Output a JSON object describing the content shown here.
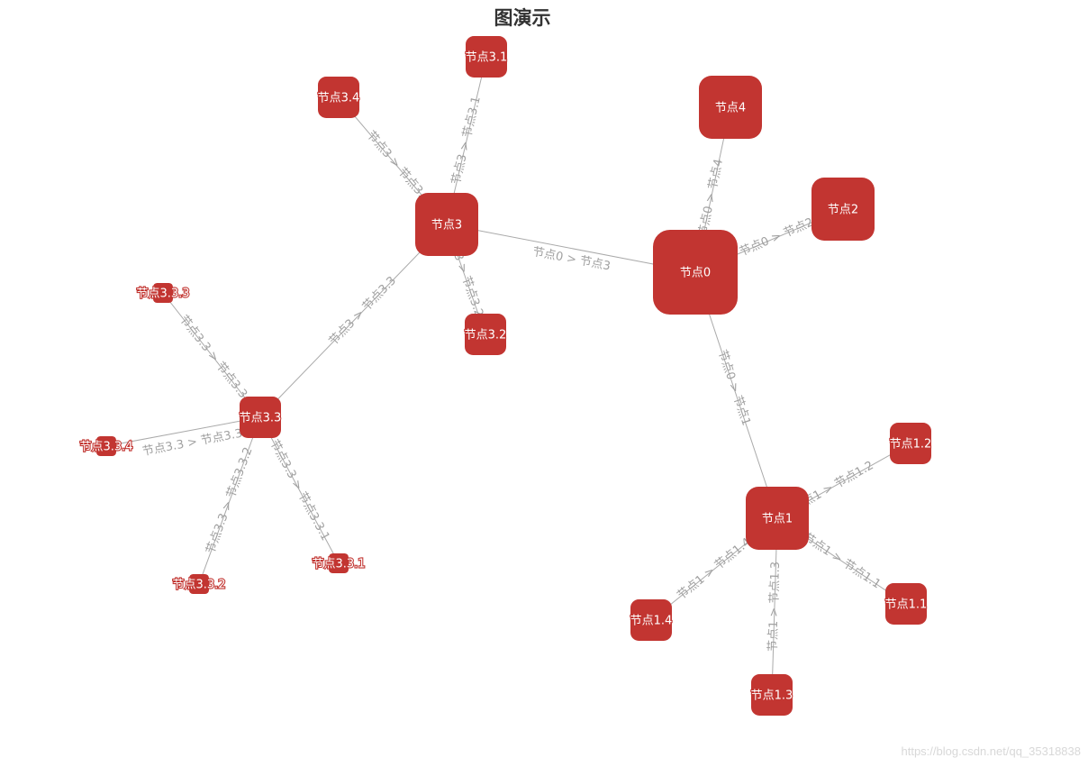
{
  "title": "图演示",
  "watermark": "https://blog.csdn.net/qq_35318838",
  "colors": {
    "node_fill": "#c23531",
    "edge_stroke": "#aaaaaa",
    "edge_label": "#a0a0a0",
    "node_text": "#ffffff"
  },
  "nodes": [
    {
      "id": "n0",
      "label": "节点0"
    },
    {
      "id": "n1",
      "label": "节点1"
    },
    {
      "id": "n2",
      "label": "节点2"
    },
    {
      "id": "n3",
      "label": "节点3"
    },
    {
      "id": "n4",
      "label": "节点4"
    },
    {
      "id": "n1_1",
      "label": "节点1.1"
    },
    {
      "id": "n1_2",
      "label": "节点1.2"
    },
    {
      "id": "n1_3",
      "label": "节点1.3"
    },
    {
      "id": "n1_4",
      "label": "节点1.4"
    },
    {
      "id": "n3_1",
      "label": "节点3.1"
    },
    {
      "id": "n3_2",
      "label": "节点3.2"
    },
    {
      "id": "n3_3",
      "label": "节点3.3"
    },
    {
      "id": "n3_4",
      "label": "节点3.4"
    },
    {
      "id": "n3_3_1",
      "label": "节点3.3.1"
    },
    {
      "id": "n3_3_2",
      "label": "节点3.3.2"
    },
    {
      "id": "n3_3_3",
      "label": "节点3.3.3"
    },
    {
      "id": "n3_3_4",
      "label": "节点3.3.4"
    }
  ],
  "edges": [
    {
      "source": "n0",
      "target": "n1",
      "label": "节点0 > 节点1"
    },
    {
      "source": "n0",
      "target": "n2",
      "label": "节点0 > 节点2"
    },
    {
      "source": "n0",
      "target": "n3",
      "label": "节点0 > 节点3"
    },
    {
      "source": "n0",
      "target": "n4",
      "label": "节点0 > 节点4"
    },
    {
      "source": "n1",
      "target": "n1_1",
      "label": "节点1 > 节点1.1"
    },
    {
      "source": "n1",
      "target": "n1_2",
      "label": "节点1 > 节点1.2"
    },
    {
      "source": "n1",
      "target": "n1_3",
      "label": "节点1 > 节点1.3"
    },
    {
      "source": "n1",
      "target": "n1_4",
      "label": "节点1 > 节点1.4"
    },
    {
      "source": "n3",
      "target": "n3_1",
      "label": "节点3 > 节点3.1"
    },
    {
      "source": "n3",
      "target": "n3_2",
      "label": "节点3 > 节点3.2"
    },
    {
      "source": "n3",
      "target": "n3_3",
      "label": "节点3 > 节点3.3"
    },
    {
      "source": "n3",
      "target": "n3_4",
      "label": "节点3 > 节点3.4"
    },
    {
      "source": "n3_3",
      "target": "n3_3_1",
      "label": "节点3.3 > 节点3.3.1"
    },
    {
      "source": "n3_3",
      "target": "n3_3_2",
      "label": "节点3.3 > 节点3.3.2"
    },
    {
      "source": "n3_3",
      "target": "n3_3_3",
      "label": "节点3.3 > 节点3.3.3"
    },
    {
      "source": "n3_3",
      "target": "n3_3_4",
      "label": "节点3.3 > 节点3.3.4"
    }
  ]
}
